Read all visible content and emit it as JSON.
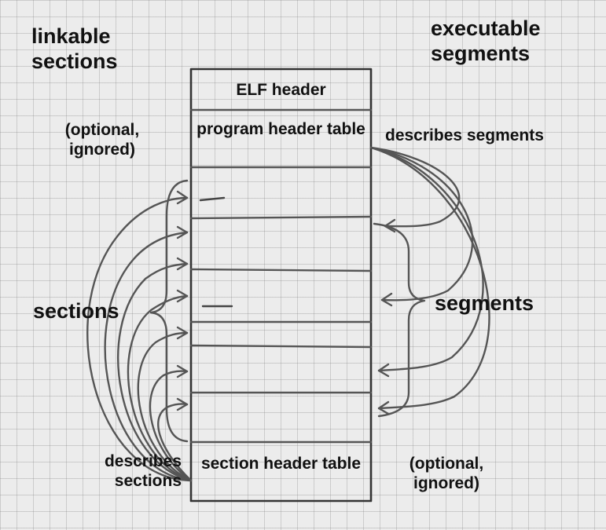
{
  "headings": {
    "left": "linkable sections",
    "right": "executable segments"
  },
  "file_layout": {
    "elf_header": "ELF header",
    "program_header_table": "program header table",
    "section_header_table": "section header table"
  },
  "annotations": {
    "left_optional": "(optional, ignored)",
    "right_describes": "describes segments",
    "sections": "sections",
    "segments": "segments",
    "left_describes": "describes sections",
    "right_optional": "(optional, ignored)"
  }
}
